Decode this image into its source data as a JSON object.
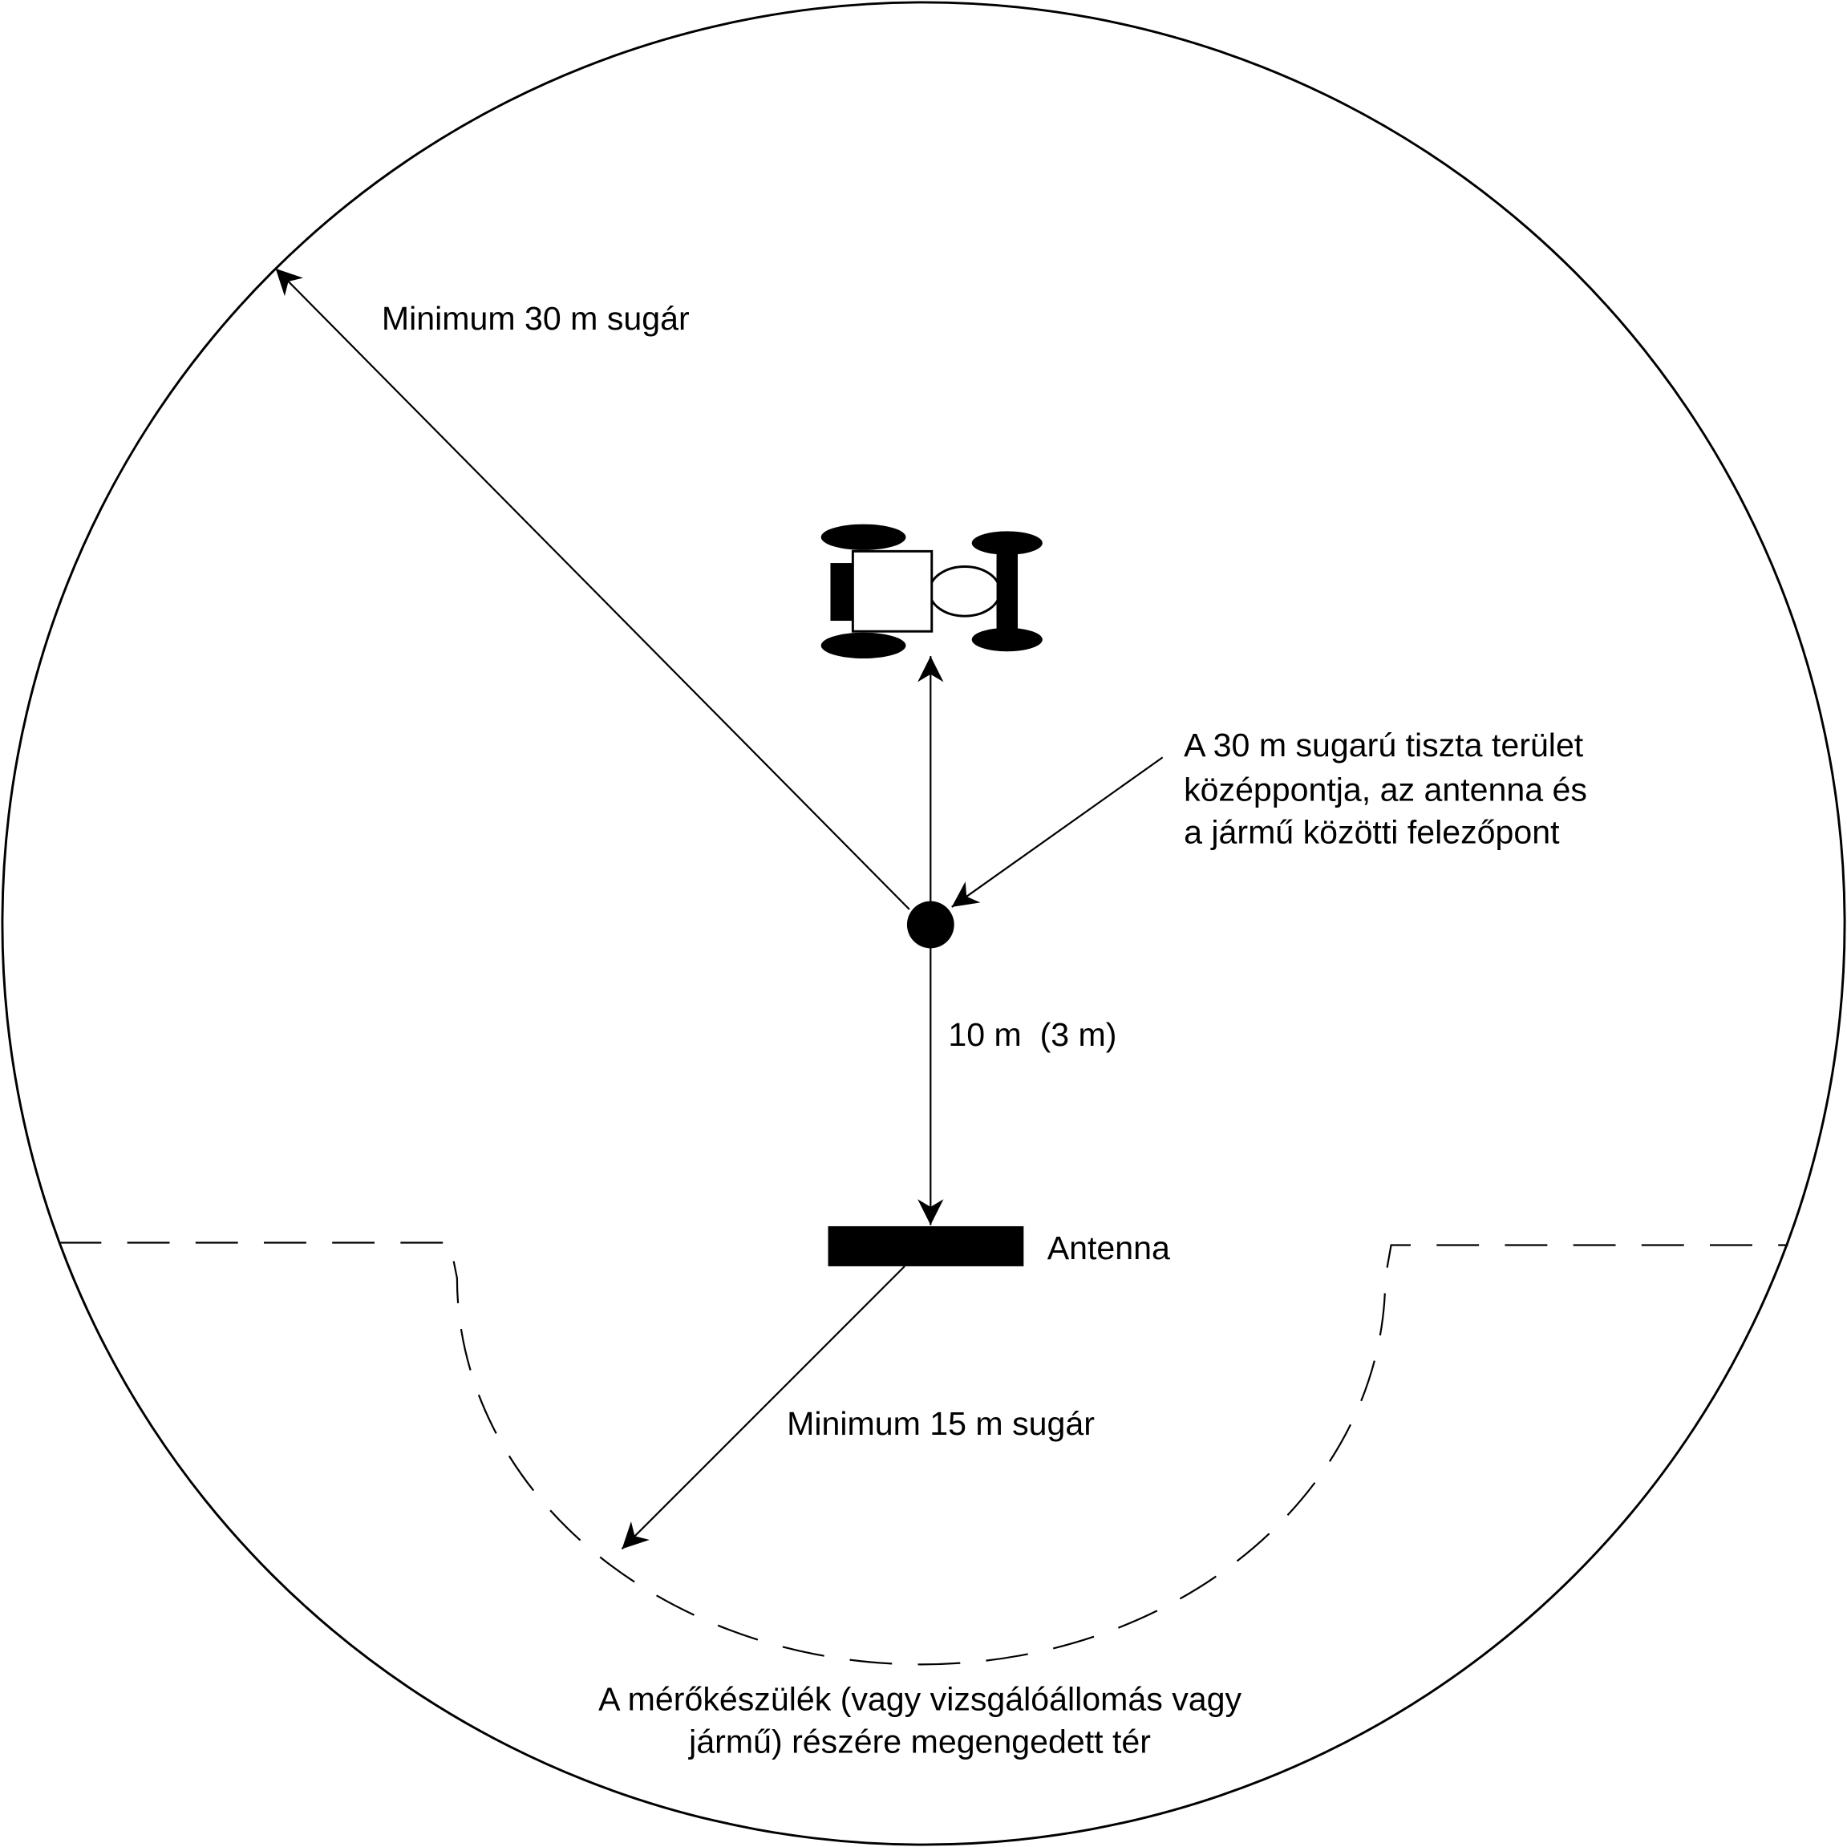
{
  "labels": {
    "radius_30": "Minimum 30 m sugár",
    "center_note": [
      "A 30 m sugarú tiszta terület",
      "középpontja, az antenna és",
      "a jármű közötti felezőpont"
    ],
    "distance": "10 m  (3 m)",
    "antenna": "Antenna",
    "radius_15": "Minimum 15 m sugár",
    "allowed_area": [
      "A mérőkészülék (vagy vizsgálóállomás vagy",
      "jármű) részére megengedett tér"
    ]
  },
  "colors": {
    "stroke": "#000000",
    "background": "#ffffff"
  }
}
